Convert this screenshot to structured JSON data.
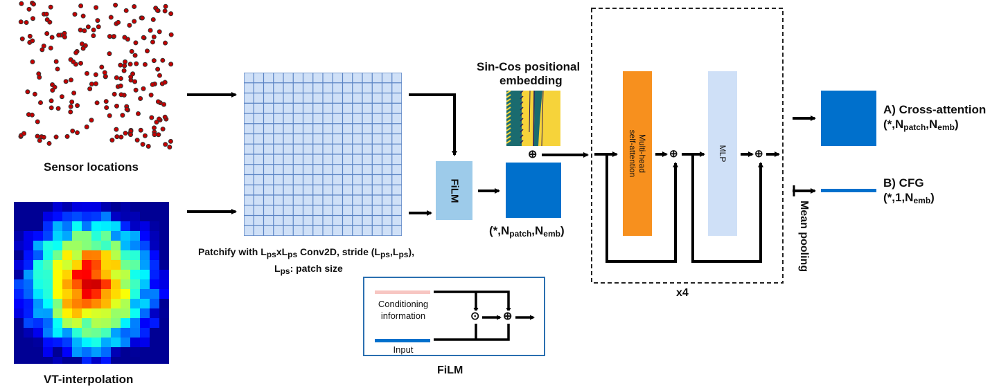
{
  "sensor_panel": {
    "label": "Sensor locations",
    "dot_color": "#c40000"
  },
  "vt_panel": {
    "label": "VT-interpolation"
  },
  "patchify": {
    "grid_cells": 16,
    "grid_fill": "#cfe0f7",
    "grid_line": "#5b84c4",
    "caption_line1_a": "Patchify with L",
    "caption_sub_ps": "ps",
    "caption_line1_b": "xL",
    "caption_line1_c": " Conv2D, stride (L",
    "caption_line1_d": ",L",
    "caption_line1_e": "),",
    "caption_line2_a": "L",
    "caption_line2_b": ": patch size"
  },
  "film_block": {
    "label": "FiLM",
    "fill": "#9dcbea"
  },
  "positional_embedding": {
    "title_line1": "Sin-Cos positional",
    "title_line2": "embedding"
  },
  "embedding_block": {
    "fill": "#0070cc",
    "shape_open": "(*,N",
    "shape_sub1": "patch",
    "shape_mid": ",N",
    "shape_sub2": "emb",
    "shape_close": ")"
  },
  "transformer": {
    "attention_label_line1": "Multi-head",
    "attention_label_line2": "self-attention",
    "attention_fill": "#f7901e",
    "mlp_label": "MLP",
    "mlp_fill": "#cfe0f7",
    "repeat_label": "x4",
    "add_symbol": "⊕",
    "mean_pooling_label": "Mean pooling"
  },
  "outputs": {
    "a_title": "A) Cross-attention",
    "a_shape_open": "(*,N",
    "a_shape_sub1": "patch",
    "a_shape_mid": ",N",
    "a_shape_sub2": "emb",
    "a_shape_close": ")",
    "b_title": "B) CFG",
    "b_shape_open": "(*,1,N",
    "b_shape_sub": "emb",
    "b_shape_close": ")",
    "fill": "#0070cc"
  },
  "film_legend": {
    "conditioning_label_line1": "Conditioning",
    "conditioning_label_line2": "information",
    "input_label": "Input",
    "caption": "FiLM",
    "conditioning_color": "#f7c6c2",
    "input_color": "#0070cc",
    "multiply_symbol": "⊙",
    "add_symbol": "⊕"
  }
}
